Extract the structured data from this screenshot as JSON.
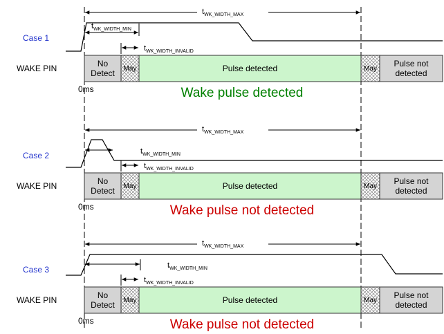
{
  "pin_label": "WAKE PIN",
  "zero_label": "0ms",
  "segments": {
    "no_detect": [
      "No",
      "Detect"
    ],
    "may": "May",
    "pulse_detected": "Pulse detected",
    "pulse_not_detected": [
      "Pulse not",
      "detected"
    ]
  },
  "timing": {
    "t": "t",
    "max_sub": "WK_WIDTH_MAX",
    "min_sub": "WK_WIDTH_MIN",
    "invalid_sub": "WK_WIDTH_INVALID"
  },
  "colors": {
    "case_label": "#2233cc",
    "detected": "#008000",
    "not_detected": "#cc0000",
    "pulse_fill": "#ccf5cc",
    "gray_fill": "#d4d4d4"
  },
  "cases": [
    {
      "label": "Case 1",
      "result": "Wake pulse detected",
      "detected": true
    },
    {
      "label": "Case 2",
      "result": "Wake pulse not detected",
      "detected": false
    },
    {
      "label": "Case 3",
      "result": "Wake pulse not detected",
      "detected": false
    }
  ]
}
